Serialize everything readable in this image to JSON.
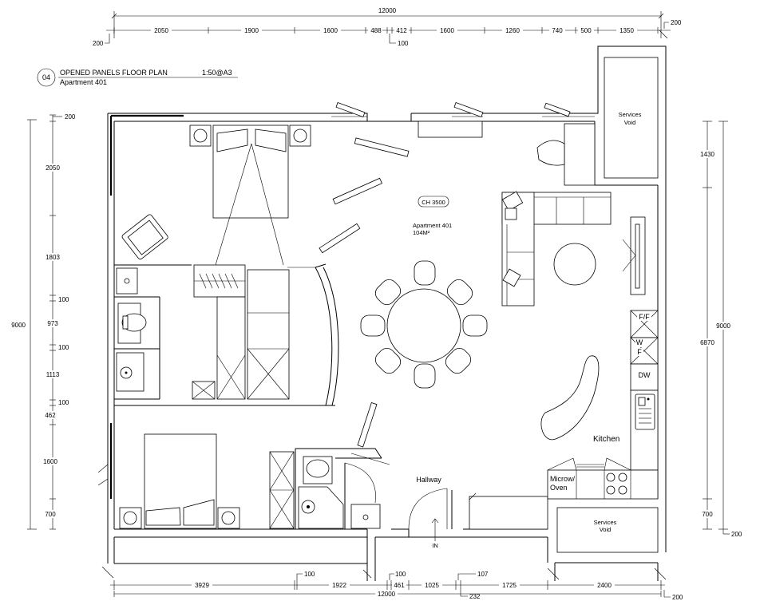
{
  "title_block": {
    "number": "04",
    "title": "OPENED PANELS FLOOR PLAN",
    "scale": "1:50@A3",
    "subtitle": "Apartment 401"
  },
  "top_dims": {
    "overall": "12000",
    "left_offset": "200",
    "right_offset": "200",
    "segments": [
      "2050",
      "1900",
      "1600",
      "488",
      "412",
      "1600",
      "1260",
      "740",
      "500",
      "1350"
    ],
    "small": "100"
  },
  "bottom_dims": {
    "overall": "12000",
    "right_offset": "200",
    "segments": [
      "3929",
      "1922",
      "461",
      "1025",
      "1725",
      "2400"
    ],
    "small_a": "100",
    "small_b": "100",
    "small_c": "107",
    "under": "232"
  },
  "left_dims": {
    "overall": "9000",
    "top": "200",
    "segments": [
      "2050",
      "1803",
      "100",
      "973",
      "100",
      "1113",
      "100",
      "462",
      "1600",
      "700"
    ]
  },
  "right_dims": {
    "overall": "9000",
    "segments": [
      "1430",
      "6870",
      "700"
    ],
    "bottom": "200"
  },
  "rooms": {
    "ceiling": "CH 3500",
    "apartment_name": "Apartment 401",
    "apartment_area": "104M²",
    "hallway": "Hallway",
    "kitchen": "Kitchen",
    "services_void": [
      "Services",
      "Void"
    ],
    "entry": "IN"
  },
  "appliances": {
    "ff": "F/F",
    "w": "W",
    "f": "F",
    "dw": "DW",
    "microwave": [
      "Microw/",
      "Oven"
    ]
  }
}
